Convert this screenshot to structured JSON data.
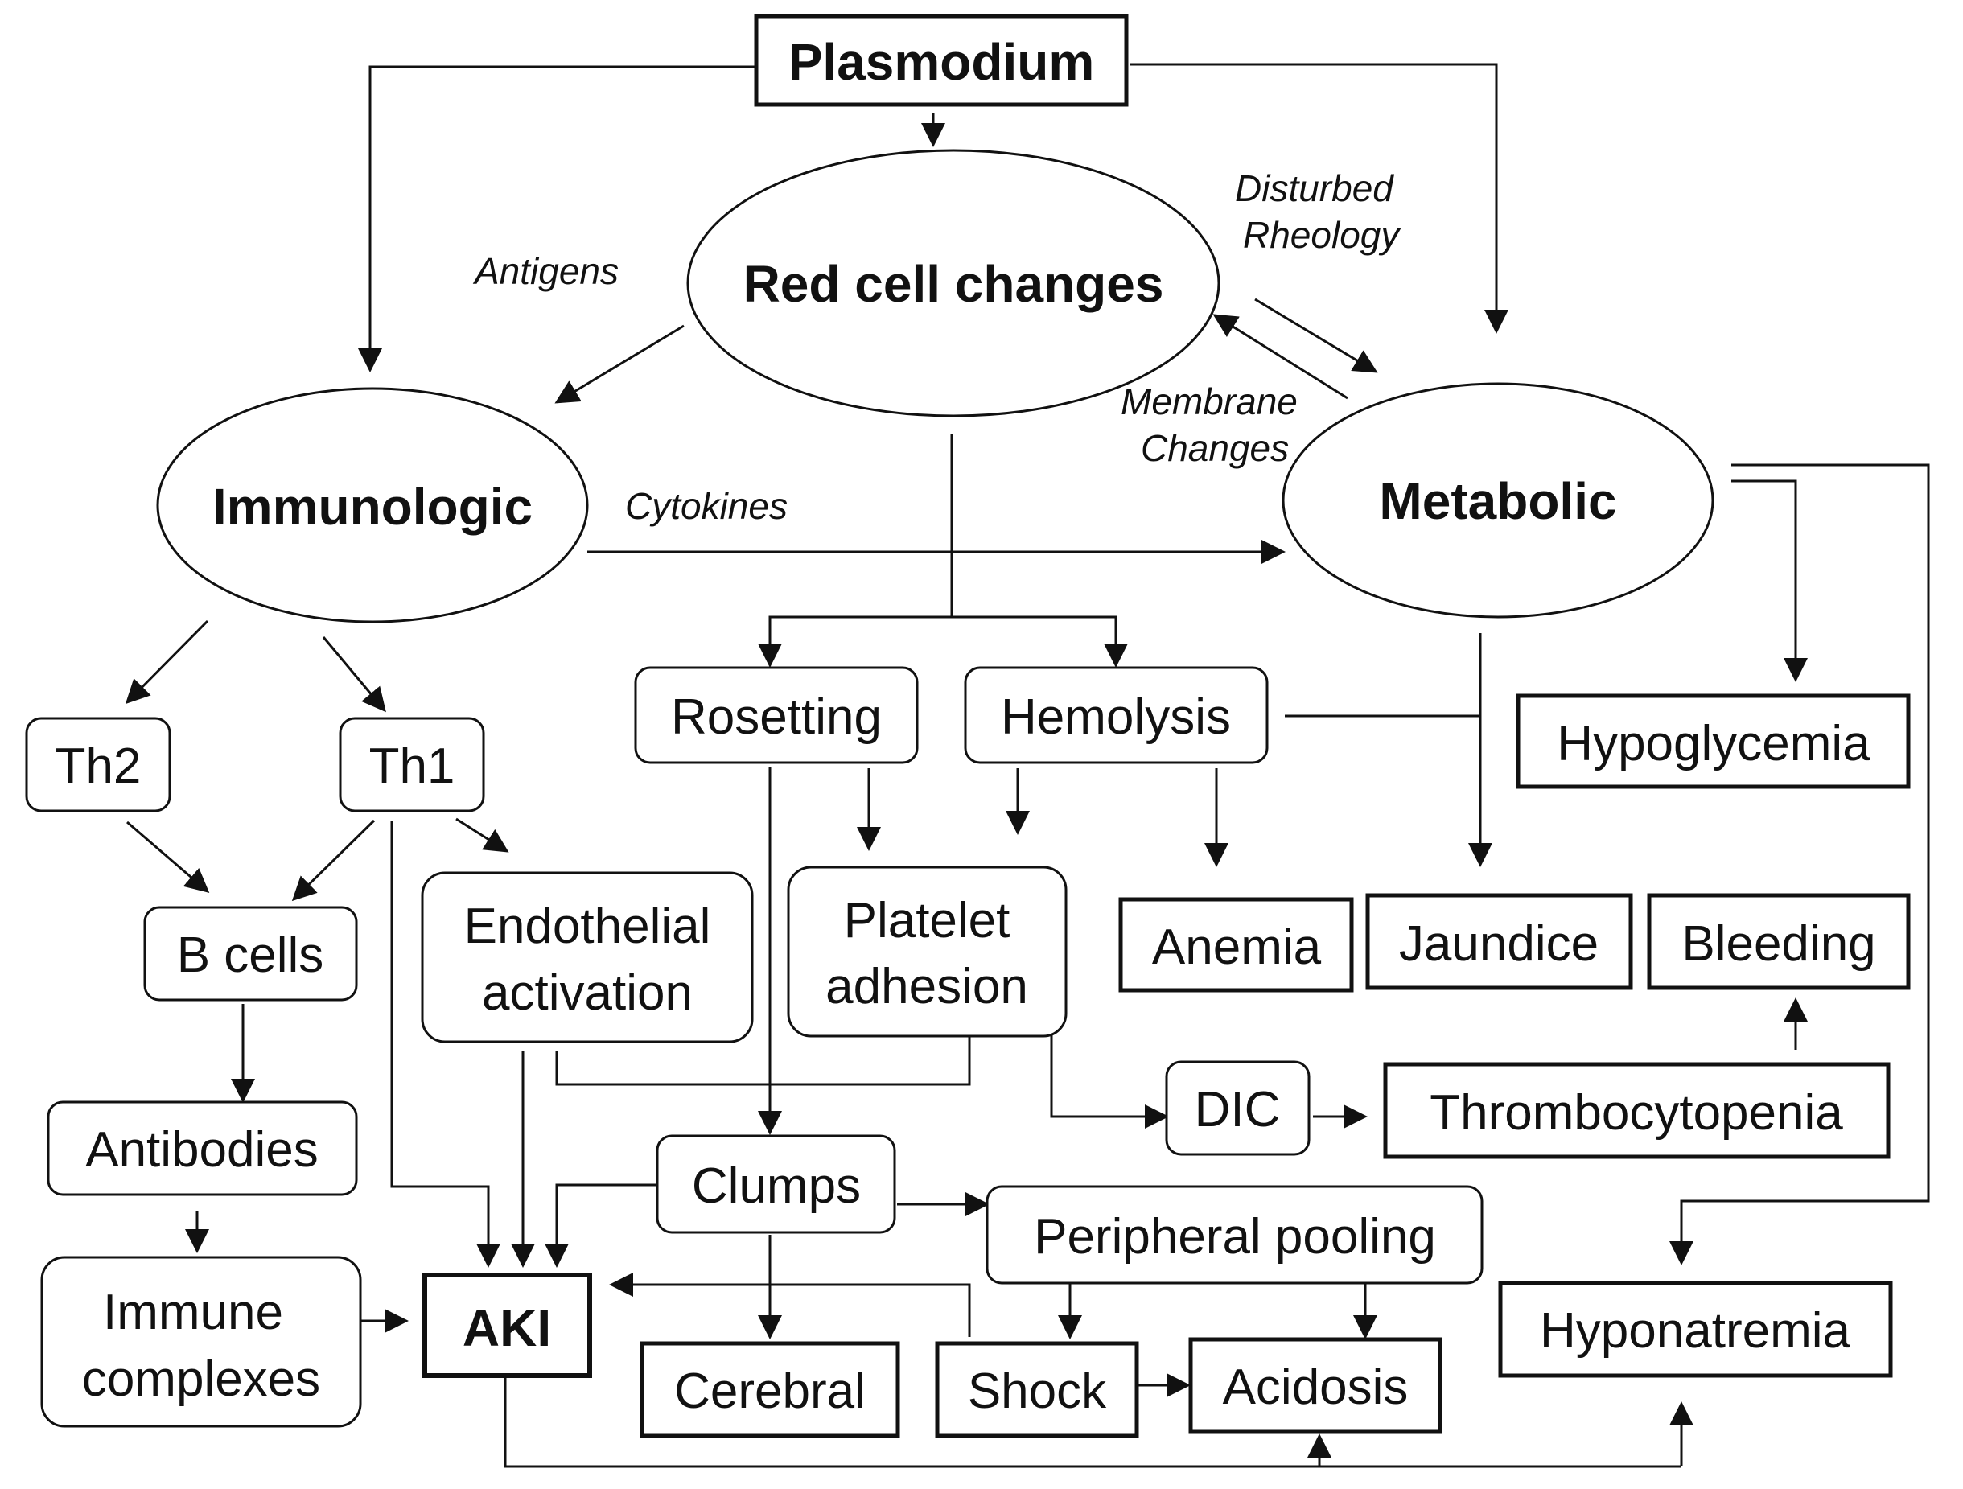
{
  "nodes": {
    "plasmodium": "Plasmodium",
    "red_cell_changes": "Red cell changes",
    "immunologic": "Immunologic",
    "metabolic": "Metabolic",
    "th2": "Th2",
    "th1": "Th1",
    "b_cells": "B cells",
    "antibodies": "Antibodies",
    "immune_complexes": [
      "Immune",
      "complexes"
    ],
    "endothelial_activation": [
      "Endothelial",
      "activation"
    ],
    "rosetting": "Rosetting",
    "hemolysis": "Hemolysis",
    "platelet_adhesion": [
      "Platelet",
      "adhesion"
    ],
    "hypoglycemia": "Hypoglycemia",
    "anemia": "Anemia",
    "jaundice": "Jaundice",
    "bleeding": "Bleeding",
    "dic": "DIC",
    "thrombocytopenia": "Thrombocytopenia",
    "clumps": "Clumps",
    "peripheral_pooling": "Peripheral pooling",
    "aki": "AKI",
    "cerebral": "Cerebral",
    "shock": "Shock",
    "acidosis": "Acidosis",
    "hyponatremia": "Hyponatremia"
  },
  "edge_labels": {
    "antigens": "Antigens",
    "disturbed_rheology": [
      "Disturbed",
      "Rheology"
    ],
    "membrane_changes": [
      "Membrane",
      "Changes"
    ],
    "cytokines": "Cytokines"
  }
}
